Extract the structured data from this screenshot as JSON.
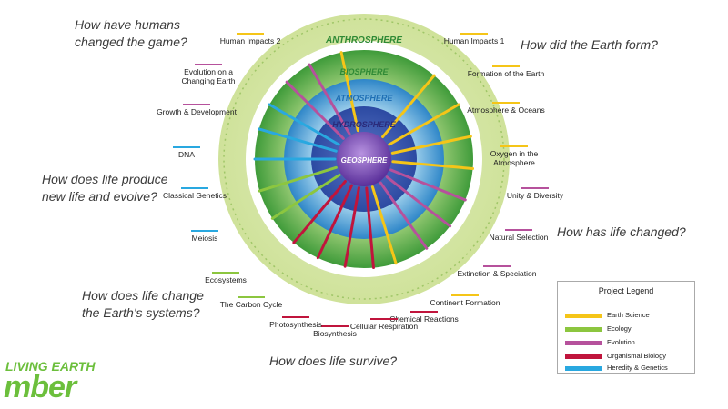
{
  "questions": {
    "humans": "How have humans changed the game?",
    "earth_form": "How did the Earth form?",
    "life_produce": "How does life produce new life and evolve?",
    "life_changed": "How has life changed?",
    "life_change_systems": "How does life change the Earth's systems?",
    "life_survive": "How does life survive?"
  },
  "spheres": {
    "anthrosphere": "ANTHROSPHERE",
    "biosphere": "BIOSPHERE",
    "atmosphere": "ATMOSPHERE",
    "hydrosphere": "HYDROSPHERE",
    "geosphere": "GEOSPHERE"
  },
  "units": [
    {
      "label": "Human Impacts 1",
      "category": "earth_science"
    },
    {
      "label": "Formation of the Earth",
      "category": "earth_science"
    },
    {
      "label": "Atmosphere & Oceans",
      "category": "earth_science"
    },
    {
      "label": "Oxygen in the Atmosphere",
      "category": "earth_science"
    },
    {
      "label": "Unity & Diversity",
      "category": "evolution"
    },
    {
      "label": "Natural Selection",
      "category": "evolution"
    },
    {
      "label": "Extinction & Speciation",
      "category": "evolution"
    },
    {
      "label": "Continent Formation",
      "category": "earth_science"
    },
    {
      "label": "Chemical Reactions",
      "category": "organismal"
    },
    {
      "label": "Cellular Respiration",
      "category": "organismal"
    },
    {
      "label": "Biosynthesis",
      "category": "organismal"
    },
    {
      "label": "Photosynthesis",
      "category": "organismal"
    },
    {
      "label": "The Carbon Cycle",
      "category": "ecology"
    },
    {
      "label": "Ecosystems",
      "category": "ecology"
    },
    {
      "label": "Meiosis",
      "category": "heredity"
    },
    {
      "label": "Classical Genetics",
      "category": "heredity"
    },
    {
      "label": "DNA",
      "category": "heredity"
    },
    {
      "label": "Growth & Development",
      "category": "evolution"
    },
    {
      "label": "Evolution on a Changing Earth",
      "category": "evolution"
    },
    {
      "label": "Human Impacts 2",
      "category": "earth_science"
    }
  ],
  "legend": {
    "title": "Project Legend",
    "items": [
      {
        "key": "earth_science",
        "label": "Earth Science",
        "color": "#f5c518"
      },
      {
        "key": "ecology",
        "label": "Ecology",
        "color": "#8cc63f"
      },
      {
        "key": "evolution",
        "label": "Evolution",
        "color": "#b6519c"
      },
      {
        "key": "organismal",
        "label": "Organismal Biology",
        "color": "#c0143c"
      },
      {
        "key": "heredity",
        "label": "Heredity & Genetics",
        "color": "#29a8e0"
      }
    ]
  },
  "logo": {
    "top": "LIVING EARTH",
    "bottom": "mber"
  }
}
